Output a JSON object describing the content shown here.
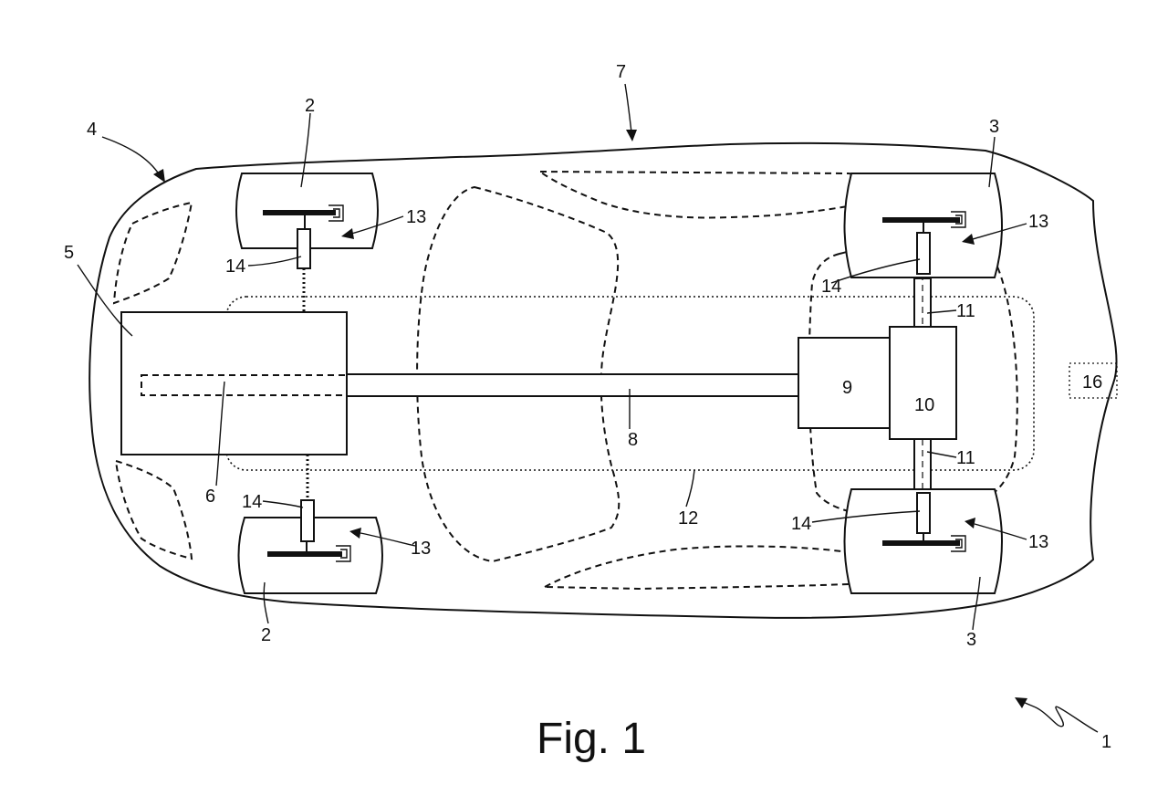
{
  "caption": "Fig. 1",
  "labels": {
    "vehicle": "1",
    "front_wheel": "2",
    "rear_wheel": "3",
    "front": "4",
    "engine": "5",
    "shaft_dashed": "6",
    "side": "7",
    "drive_shaft": "8",
    "transmission": "9",
    "differential": "10",
    "half_shaft": "11",
    "drivetrain_region": "12",
    "brake": "13",
    "actuator": "14",
    "control_unit": "16"
  }
}
